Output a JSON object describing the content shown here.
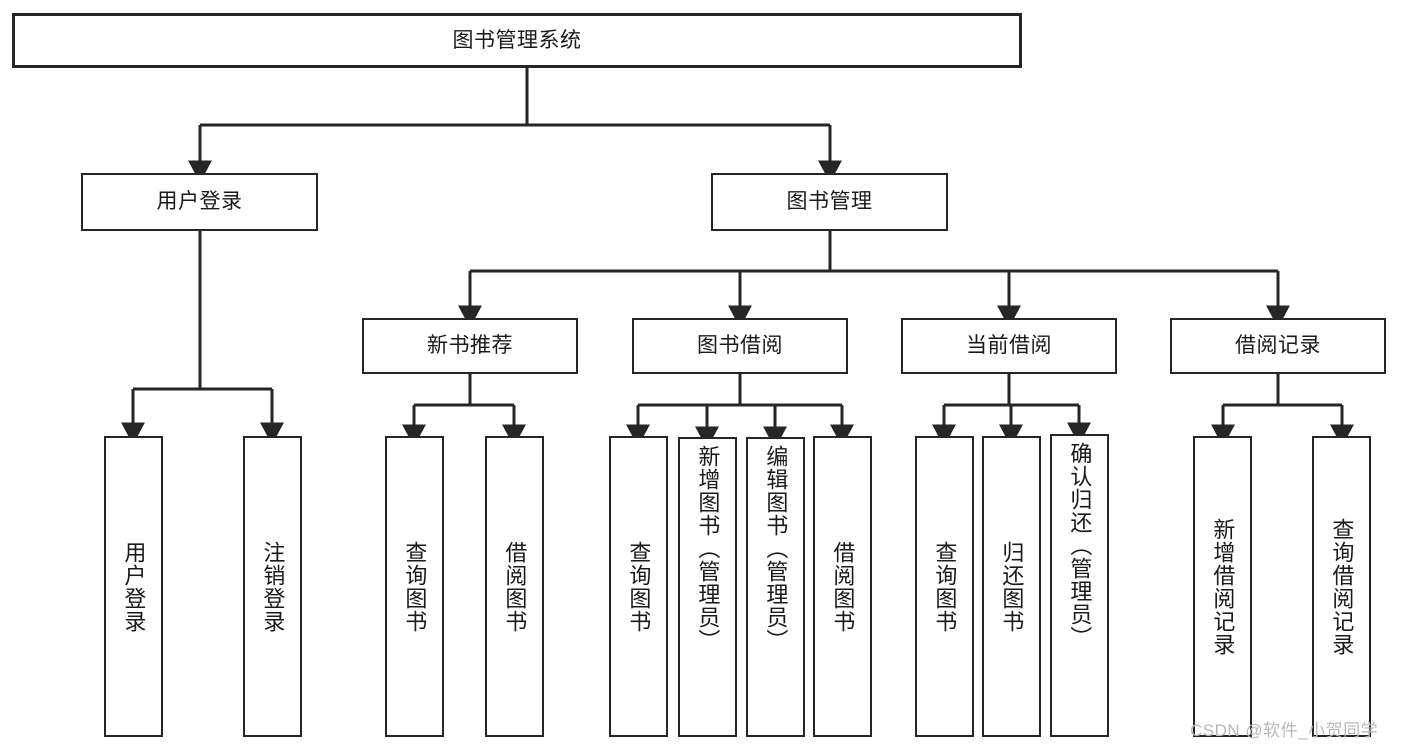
{
  "diagram": {
    "type": "tree",
    "title": "图书管理系统",
    "orientation": "top-down",
    "colors": {
      "box_border": "#262626",
      "box_fill": "#ffffff",
      "connector": "#262626",
      "text": "#1a1a1a",
      "watermark": "#b9b9b9"
    },
    "nodes": {
      "root": {
        "label": "图书管理系统"
      },
      "level2": [
        {
          "id": "user-login",
          "label": "用户登录"
        },
        {
          "id": "book-manage",
          "label": "图书管理"
        }
      ],
      "level3": [
        {
          "id": "new-book-rec",
          "label": "新书推荐"
        },
        {
          "id": "book-borrow",
          "label": "图书借阅"
        },
        {
          "id": "current-borrow",
          "label": "当前借阅"
        },
        {
          "id": "borrow-record",
          "label": "借阅记录"
        }
      ],
      "leaves": {
        "user_login": [
          {
            "id": "leaf-user-login",
            "label": "用户登录"
          },
          {
            "id": "leaf-logout",
            "label": "注销登录"
          }
        ],
        "new_book_rec": [
          {
            "id": "leaf-query-book-1",
            "label": "查询图书"
          },
          {
            "id": "leaf-borrow-book-1",
            "label": "借阅图书"
          }
        ],
        "book_borrow": [
          {
            "id": "leaf-query-book-2",
            "label": "查询图书"
          },
          {
            "id": "leaf-add-book",
            "label": "新增图书（管理员）"
          },
          {
            "id": "leaf-edit-book",
            "label": "编辑图书（管理员）"
          },
          {
            "id": "leaf-borrow-book-2",
            "label": "借阅图书"
          }
        ],
        "current_borrow": [
          {
            "id": "leaf-query-book-3",
            "label": "查询图书"
          },
          {
            "id": "leaf-return-book",
            "label": "归还图书"
          },
          {
            "id": "leaf-confirm-return",
            "label": "确认归还（管理员）"
          }
        ],
        "borrow_record": [
          {
            "id": "leaf-add-record",
            "label": "新增借阅记录"
          },
          {
            "id": "leaf-query-record",
            "label": "查询借阅记录"
          }
        ]
      }
    },
    "watermark": "CSDN @软件_小贺同学"
  }
}
